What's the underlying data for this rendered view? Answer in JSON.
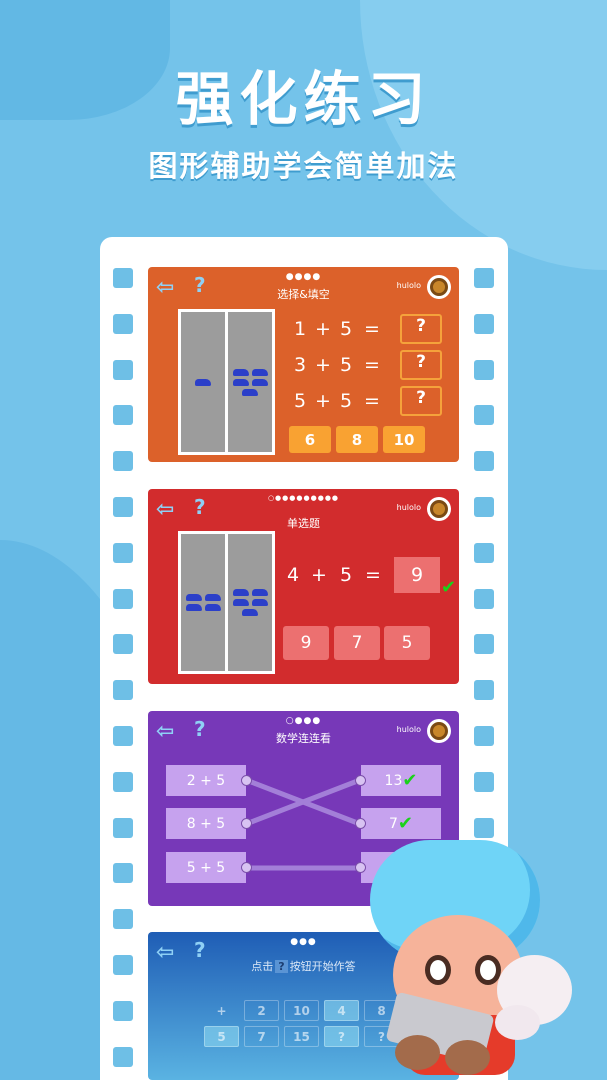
{
  "header": {
    "title": "强化练习",
    "subtitle": "图形辅助学会简单加法"
  },
  "brand": "hulolo",
  "cards": [
    {
      "title": "选择&填空",
      "dots": "●●●●",
      "equations": [
        [
          "1",
          "+",
          "5",
          "=",
          "?"
        ],
        [
          "3",
          "+",
          "5",
          "=",
          "?"
        ],
        [
          "5",
          "+",
          "5",
          "=",
          "?"
        ]
      ],
      "options": [
        "6",
        "8",
        "10"
      ],
      "color": "#dc612a"
    },
    {
      "title": "单选题",
      "dots": "○●●●●●●●●●",
      "equation": [
        "4",
        "+",
        "5",
        "=",
        "9"
      ],
      "options": [
        "9",
        "7",
        "5"
      ],
      "color": "#d22c2d"
    },
    {
      "title": "数学连连看",
      "dots": "○●●●",
      "left": [
        "2 + 5",
        "8 + 5",
        "5 + 5"
      ],
      "right": [
        "13",
        "7",
        ""
      ],
      "color": "#7738b8"
    },
    {
      "title_pre": "点击",
      "title_box": "?",
      "title_post": "按钮开始作答",
      "dots": "●●●",
      "row1": [
        "+",
        "2",
        "10",
        "4",
        "8"
      ],
      "row2": [
        "5",
        "7",
        "15",
        "?",
        "?"
      ]
    }
  ]
}
